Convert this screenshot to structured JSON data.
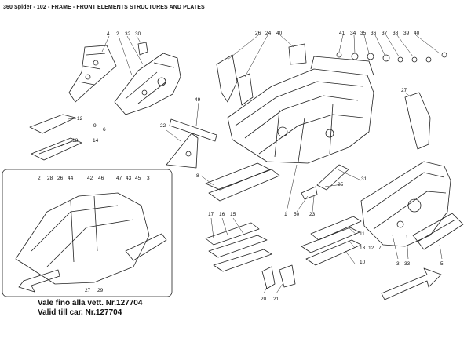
{
  "header": {
    "title": "360 Spider - 102 - FRAME - FRONT ELEMENTS STRUCTURES AND PLATES"
  },
  "validity_note": {
    "line_italian": "Vale fino alla vett. Nr.127704",
    "line_english": "Valid till car. Nr.127704"
  },
  "callouts": [
    {
      "id": "c4a",
      "text": "4"
    },
    {
      "id": "c2a",
      "text": "2"
    },
    {
      "id": "c32a",
      "text": "32"
    },
    {
      "id": "c30",
      "text": "30"
    },
    {
      "id": "c26a",
      "text": "26"
    },
    {
      "id": "c24",
      "text": "24"
    },
    {
      "id": "c40a",
      "text": "40"
    },
    {
      "id": "c41",
      "text": "41"
    },
    {
      "id": "c34",
      "text": "34"
    },
    {
      "id": "c35",
      "text": "35"
    },
    {
      "id": "c36",
      "text": "36"
    },
    {
      "id": "c37",
      "text": "37"
    },
    {
      "id": "c38",
      "text": "38"
    },
    {
      "id": "c39",
      "text": "39"
    },
    {
      "id": "c40b",
      "text": "40"
    },
    {
      "id": "c12a",
      "text": "12"
    },
    {
      "id": "c9a",
      "text": "9"
    },
    {
      "id": "c18",
      "text": "18"
    },
    {
      "id": "c14",
      "text": "14"
    },
    {
      "id": "c6",
      "text": "6"
    },
    {
      "id": "c49",
      "text": "49"
    },
    {
      "id": "c22",
      "text": "22"
    },
    {
      "id": "c27a",
      "text": "27"
    },
    {
      "id": "c8",
      "text": "8"
    },
    {
      "id": "c31",
      "text": "31"
    },
    {
      "id": "c25",
      "text": "25"
    },
    {
      "id": "c1",
      "text": "1"
    },
    {
      "id": "c50",
      "text": "50"
    },
    {
      "id": "c23",
      "text": "23"
    },
    {
      "id": "c2b",
      "text": "2"
    },
    {
      "id": "c28",
      "text": "28"
    },
    {
      "id": "c26b",
      "text": "26"
    },
    {
      "id": "c44",
      "text": "44"
    },
    {
      "id": "c42",
      "text": "42"
    },
    {
      "id": "c46",
      "text": "46"
    },
    {
      "id": "c47",
      "text": "47"
    },
    {
      "id": "c43",
      "text": "43"
    },
    {
      "id": "c45",
      "text": "45"
    },
    {
      "id": "c3a",
      "text": "3"
    },
    {
      "id": "c17",
      "text": "17"
    },
    {
      "id": "c16",
      "text": "16"
    },
    {
      "id": "c15",
      "text": "15"
    },
    {
      "id": "c11",
      "text": "11"
    },
    {
      "id": "c13",
      "text": "13"
    },
    {
      "id": "c12b",
      "text": "12"
    },
    {
      "id": "c10",
      "text": "10"
    },
    {
      "id": "c7",
      "text": "7"
    },
    {
      "id": "c3b",
      "text": "3"
    },
    {
      "id": "c33",
      "text": "33"
    },
    {
      "id": "c5",
      "text": "5"
    },
    {
      "id": "c27b",
      "text": "27"
    },
    {
      "id": "c29",
      "text": "29"
    },
    {
      "id": "c20",
      "text": "20"
    },
    {
      "id": "c21",
      "text": "21"
    }
  ]
}
